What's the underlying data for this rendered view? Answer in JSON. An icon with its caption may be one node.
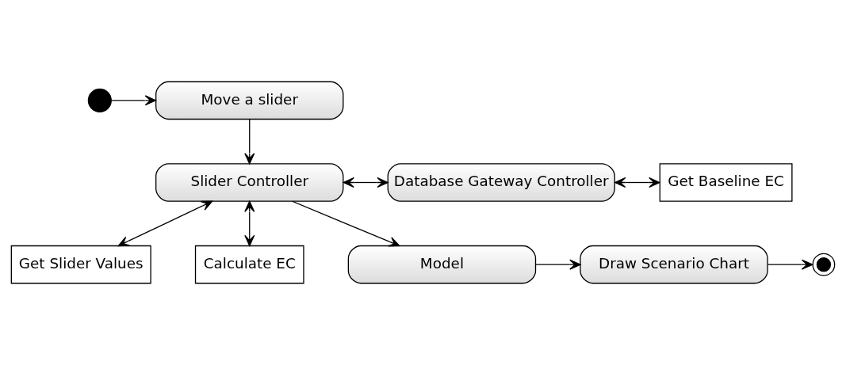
{
  "diagram": {
    "nodes": [
      {
        "text": [],
        "shape": "circle"
      },
      {
        "text": [
          "Move a slider"
        ]
      },
      {
        "text": [
          "Slider Controller"
        ]
      },
      {
        "text": [
          "Database Gateway Controller"
        ]
      },
      {
        "text": [
          "Get Baseline EC"
        ]
      },
      {
        "text": [
          "Get Slider Values"
        ]
      },
      {
        "text": [
          "Calculate EC"
        ]
      },
      {
        "text": [
          "Model"
        ]
      },
      {
        "text": [
          "Draw Scenario Chart"
        ]
      },
      {
        "text": [],
        "shape": "circle"
      }
    ],
    "edges": [
      {
        "from": 0,
        "to": 1,
        "arrow": "to"
      },
      {
        "from": 1,
        "to": 2,
        "arrow": "to"
      },
      {
        "from": 2,
        "to": 3,
        "arrow": "both"
      },
      {
        "from": 3,
        "to": 4,
        "arrow": "both"
      },
      {
        "from": 2,
        "to": 5,
        "arrow": "both"
      },
      {
        "from": 2,
        "to": 6,
        "arrow": "both"
      },
      {
        "from": 2,
        "to": 7,
        "arrow": "to"
      },
      {
        "from": 7,
        "to": 8,
        "arrow": "to"
      },
      {
        "from": 8,
        "to": 9,
        "arrow": "to"
      }
    ]
  }
}
